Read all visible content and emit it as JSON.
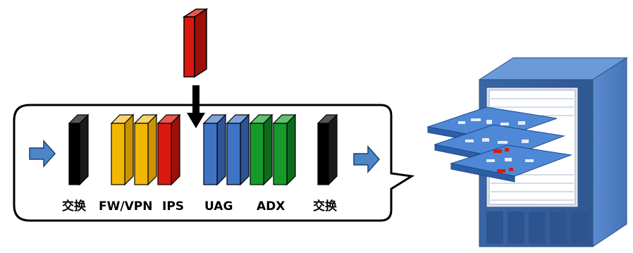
{
  "labels": {
    "switch_in": "交换",
    "fw_vpn": "FW/VPN",
    "ips": "IPS",
    "uag": "UAG",
    "adx": "ADX",
    "switch_out": "交换"
  },
  "colors": {
    "switch": "#000000",
    "fw_vpn": "#f2b705",
    "ips": "#d9190f",
    "uag": "#3f74c3",
    "adx": "#169b2b",
    "arrow": "#4a86c8",
    "chassis": "#4f7fc4",
    "chassis_dark": "#3b67a8",
    "outline": "#000000"
  },
  "icons": [
    "flow-in-arrow",
    "flow-out-arrow",
    "insert-arrow",
    "server-rack-icon"
  ]
}
